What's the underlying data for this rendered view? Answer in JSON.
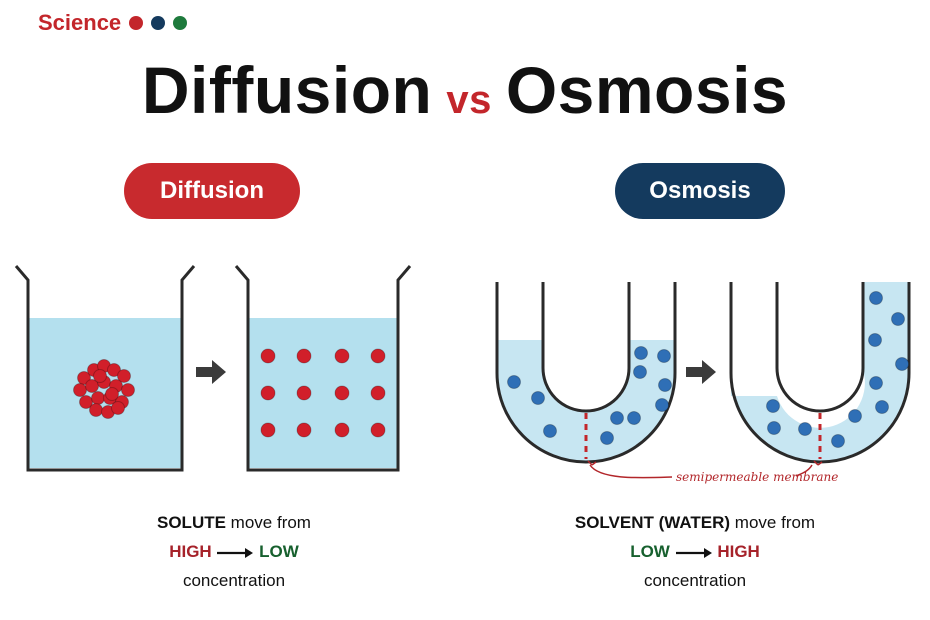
{
  "brand": {
    "label": "Science",
    "dot_colors": [
      "#c3262b",
      "#143a5e",
      "#1e7a3c"
    ]
  },
  "title": {
    "left": "Diffusion",
    "middle": "vs",
    "right": "Osmosis"
  },
  "panels": {
    "diffusion": {
      "heading": "Diffusion",
      "caption_line1_bold": "SOLUTE",
      "caption_line1_rest": " move from",
      "from": "HIGH",
      "to": "LOW",
      "caption_line3": "concentration"
    },
    "osmosis": {
      "heading": "Osmosis",
      "caption_line1_bold": "SOLVENT (WATER)",
      "caption_line1_rest": " move from",
      "from": "LOW",
      "to": "HIGH",
      "caption_line3": "concentration",
      "membrane_label": "semipermeable membrane"
    }
  },
  "colors": {
    "accent_red": "#c82a2e",
    "accent_blue": "#143a5e",
    "water": "#c7e6f2",
    "water_diffusion": "#b4e0ee",
    "particle_red": "#d11f2a",
    "particle_blue": "#2f6fb6",
    "high": "#a6222a",
    "low": "#17602e"
  },
  "icons": {
    "step_arrow": "right-arrow-icon",
    "inline_arrow": "long-right-arrow-icon"
  }
}
